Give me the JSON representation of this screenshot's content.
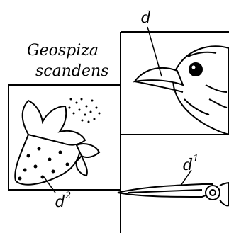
{
  "species": {
    "genus": "Geospiza",
    "epithet": "scandens"
  },
  "labels": {
    "beak": "d",
    "tool": "d",
    "tool_sup": "1",
    "cactus": "d",
    "cactus_sup": "2"
  }
}
